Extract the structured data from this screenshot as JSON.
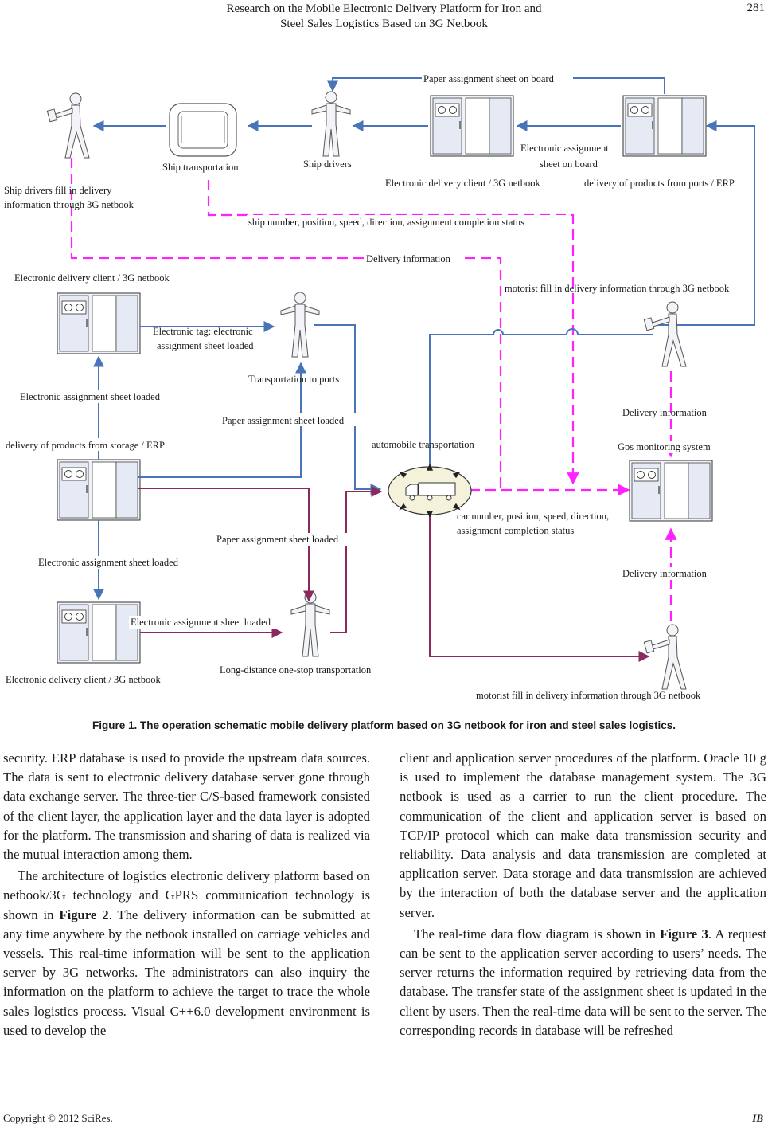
{
  "header": {
    "title_line1": "Research on the Mobile Electronic Delivery Platform for Iron and",
    "title_line2": "Steel Sales Logistics Based on 3G Netbook",
    "page_number": "281"
  },
  "figure": {
    "labels": {
      "paper_sheet_on_board": "Paper assignment sheet on board",
      "electronic_sheet_on_board_1": "Electronic assignment",
      "electronic_sheet_on_board_2": "sheet on board",
      "ship_transportation": "Ship transportation",
      "ship_drivers": "Ship drivers",
      "client_netbook_top": "Electronic delivery client / 3G netbook",
      "delivery_ports_erp": "delivery of products from ports / ERP",
      "ship_drivers_fill_1": "Ship drivers fill in delivery",
      "ship_drivers_fill_2": "information through  3G netbook",
      "ship_status": "ship number, position, speed, direction, assignment completion status",
      "delivery_info_mid": "Delivery information",
      "client_netbook_left": "Electronic delivery client / 3G netbook",
      "motorist_fill_top": "motorist fill in delivery information through 3G netbook",
      "etag_1": "Electronic tag: electronic",
      "etag_2": "assignment sheet loaded",
      "transport_ports": "Transportation to ports",
      "esheet_loaded_1": "Electronic assignment sheet loaded",
      "paper_loaded_1": "Paper assignment sheet loaded",
      "delivery_info_right_1": "Delivery information",
      "delivery_storage_erp": "delivery of products from storage / ERP",
      "automobile_transportation": "automobile transportation",
      "gps_system": "Gps monitoring system",
      "car_status_1": "car number, position, speed, direction,",
      "car_status_2": "assignment completion status",
      "paper_loaded_2": "Paper assignment sheet loaded",
      "esheet_loaded_2": "Electronic assignment sheet loaded",
      "delivery_info_right_2": "Delivery information",
      "esheet_loaded_3": "Electronic assignment sheet loaded",
      "long_distance": "Long-distance one-stop transportation",
      "client_netbook_bottom": "Electronic delivery client / 3G netbook",
      "motorist_fill_bottom": "motorist fill in delivery information through 3G netbook"
    },
    "caption": "Figure 1. The operation schematic mobile delivery platform based on 3G netbook for iron and steel sales logistics."
  },
  "body": {
    "left_p1": "security. ERP database is used to provide the upstream data sources. The data is sent to electronic delivery database server gone through data exchange server. The three-tier C/S-based framework consisted of the client layer, the application layer and the data layer is adopted for the platform. The transmission and sharing of data is realized via the mutual interaction among them.",
    "left_p2_a": "The architecture of logistics electronic delivery platform based on netbook/3G technology and GPRS communication technology is shown in ",
    "left_p2_ref": "Figure 2",
    "left_p2_b": ". The delivery information can be submitted at any time anywhere by the netbook installed on carriage vehicles and vessels. This real-time information will be sent to the application server by 3G networks. The administrators can also inquiry the information on the platform to achieve the target to trace the whole sales logistics process. Visual C++6.0 development environment is used to develop the",
    "right_p1": "client and application server procedures of the platform. Oracle 10 g is used to implement the database management system. The 3G netbook is used as a carrier to run the client procedure. The communication of the client and application server is based on TCP/IP protocol which can make data transmission security and reliability. Data analysis and data transmission are completed at application server. Data storage and data transmission are achieved by the interaction of both the database server and the application server.",
    "right_p2_a": "The real-time data flow diagram is shown in ",
    "right_p2_ref": "Figure 3",
    "right_p2_b": ". A request can be sent to the application server according to users’ needs. The server returns the information required by retrieving data from the database. The transfer state of the assignment sheet is updated in the client by users. Then the real-time data will be sent to the server. The corresponding records in database will be refreshed"
  },
  "footer": {
    "copyright": "Copyright © 2012 SciRes.",
    "journal": "IB"
  },
  "colors": {
    "blue": "#4a74b8",
    "magenta": "#ff22ff",
    "purple": "#8a2a5e"
  }
}
